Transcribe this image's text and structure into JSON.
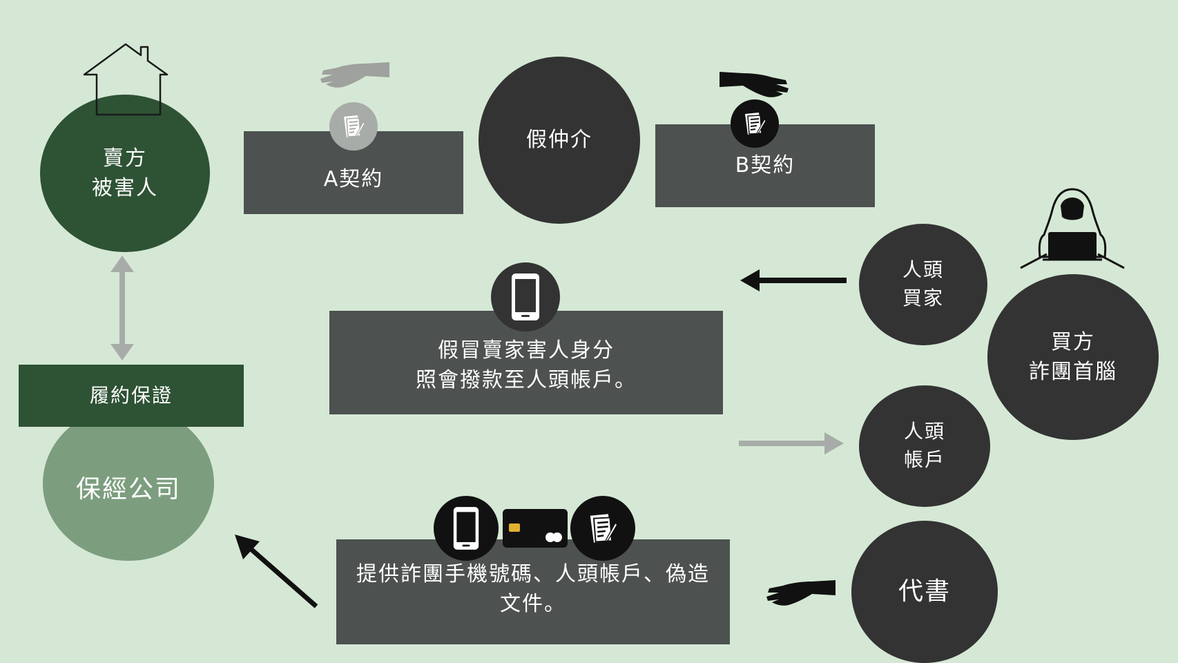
{
  "colors": {
    "background": "#d5e8d5",
    "dark_circle": "#333333",
    "gray_box": "#4d5150",
    "dark_green": "#2e5234",
    "light_green": "#7c9e7e",
    "arrow_gray": "#a8aca8",
    "arrow_black": "#111111"
  },
  "nodes": {
    "seller": {
      "line1": "賣方",
      "line2": "被害人"
    },
    "contract_a": "A契約",
    "fake_agent": "假仲介",
    "contract_b": "B契約",
    "nominee_buyer": {
      "line1": "人頭",
      "line2": "買家"
    },
    "buyer_boss": {
      "line1": "買方",
      "line2": "詐團首腦"
    },
    "nominee_account": {
      "line1": "人頭",
      "line2": "帳戶"
    },
    "scrivener": "代書",
    "guarantee_label": "履約保證",
    "escrow_company": "保經公司",
    "impersonate_box": {
      "line1": "假冒賣家害人身分",
      "line2": "照會撥款至人頭帳戶。"
    },
    "provide_box": {
      "line1": "提供詐團手機號碼、人頭帳戶、偽造",
      "line2": "文件。"
    }
  },
  "icons": [
    "house-icon",
    "hand-icon",
    "document-icon",
    "smartphone-icon",
    "credit-card-icon",
    "hacker-icon",
    "arrow-icon"
  ]
}
